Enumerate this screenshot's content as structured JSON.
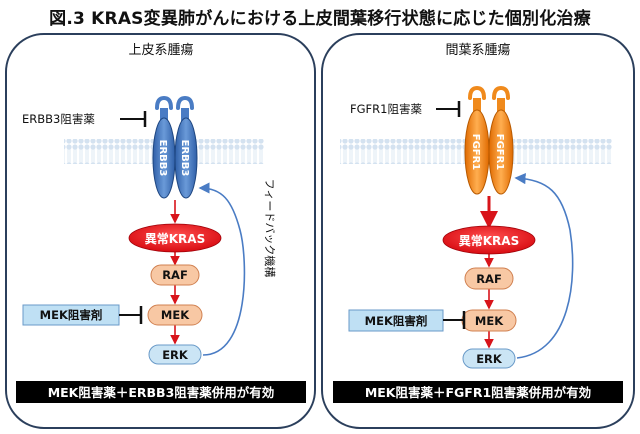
{
  "title": "図.3 KRAS変異肺がんにおける上皮間葉移行状態に応じた個別化治療",
  "left_panel": {
    "heading": "上皮系腫瘍",
    "inhibitor": "ERBB3阻害薬",
    "receptor_label": "ERBB3",
    "mutant": "異常KRAS",
    "raf": "RAF",
    "mek": "MEK",
    "erk": "ERK",
    "mek_inhibitor": "MEK阻害剤",
    "feedback": "フィードバック機構",
    "conclusion": "MEK阻害薬＋ERBB3阻害薬併用が有効"
  },
  "right_panel": {
    "heading": "間葉系腫瘍",
    "inhibitor": "FGFR1阻害薬",
    "receptor_label": "FGFR1",
    "mutant": "異常KRAS",
    "raf": "RAF",
    "mek": "MEK",
    "erk": "ERK",
    "mek_inhibitor": "MEK阻害剤",
    "conclusion": "MEK阻害薬＋FGFR1阻害薬併用が有効"
  },
  "colors": {
    "panel_border": "#2b3f5c",
    "erbb3_receptor": "#4a7cc4",
    "fgfr1_receptor": "#f08a1c",
    "mutant_kras": "#e8141a",
    "kinase_box": "#f8c8a4",
    "erk_box": "#cbe5f5",
    "inhibitor_box": "#bfe0f4",
    "arrow": "#d8141a",
    "feedback_arrow": "#4a7cc4",
    "conclusion_bg": "#000000"
  }
}
